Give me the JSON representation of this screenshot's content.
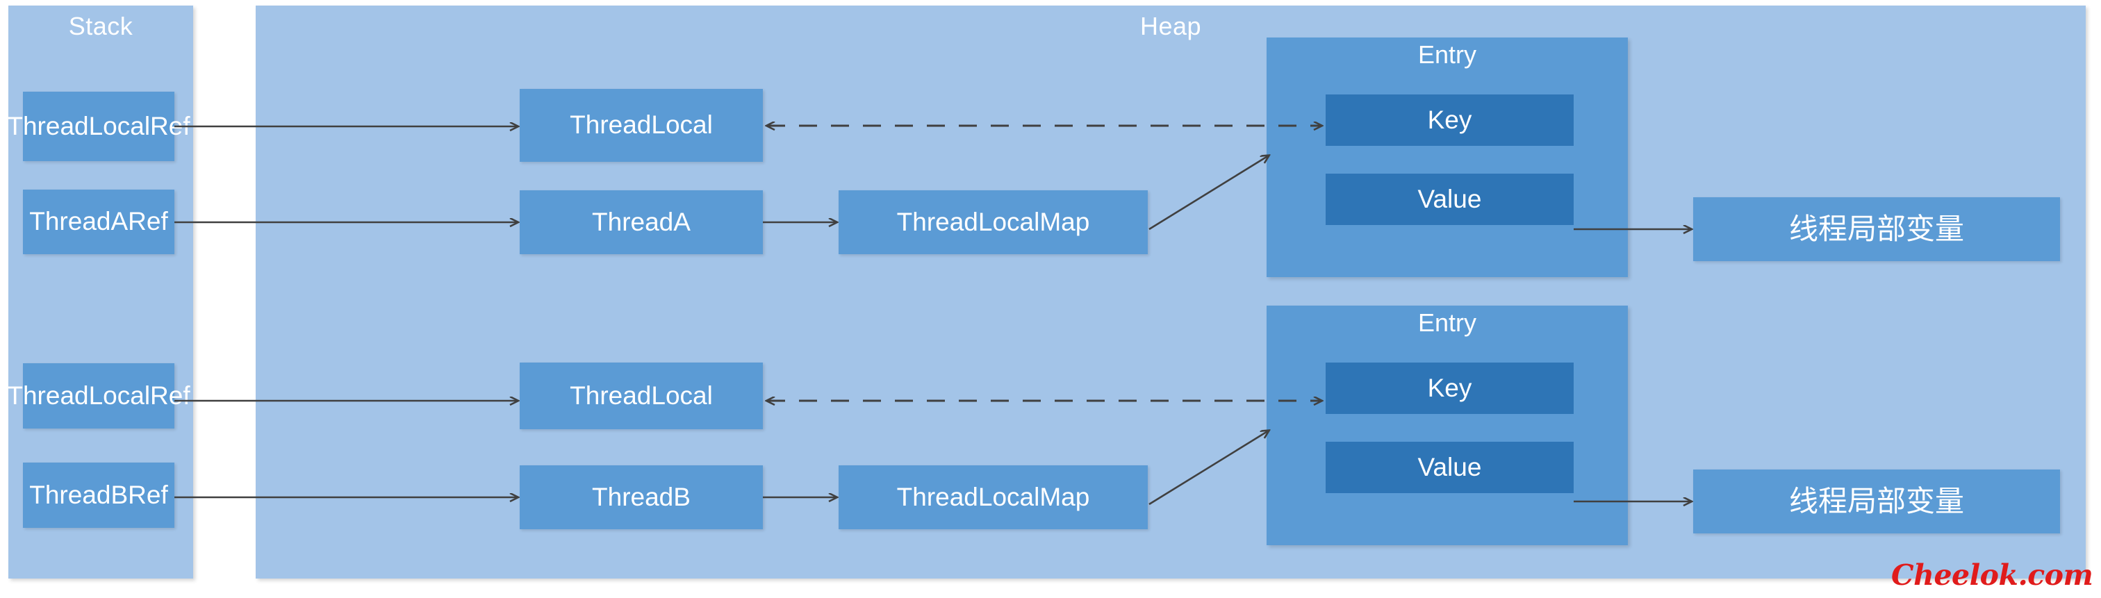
{
  "diagram": {
    "title": "ThreadLocal memory structure",
    "colors": {
      "region_bg": "#A3C4E8",
      "node_bg": "#5B9BD5",
      "slot_bg": "#2E75B6",
      "text": "#FFFFFF",
      "arrow": "#404040",
      "watermark": "#E01B1B"
    }
  },
  "regions": [
    {
      "id": "stack",
      "label": "Stack"
    },
    {
      "id": "heap",
      "label": "Heap"
    }
  ],
  "stack": {
    "nodes": [
      {
        "id": "threadlocalref-a",
        "label": "ThreadLocalRef"
      },
      {
        "id": "threadaref",
        "label": "ThreadARef"
      },
      {
        "id": "threadlocalref-b",
        "label": "ThreadLocalRef"
      },
      {
        "id": "threadbref",
        "label": "ThreadBRef"
      }
    ]
  },
  "heap": {
    "nodes": [
      {
        "id": "threadlocal-a",
        "label": "ThreadLocal"
      },
      {
        "id": "threada",
        "label": "ThreadA"
      },
      {
        "id": "threadlocalmap-a",
        "label": "ThreadLocalMap"
      },
      {
        "id": "threadlocal-b",
        "label": "ThreadLocal"
      },
      {
        "id": "threadb",
        "label": "ThreadB"
      },
      {
        "id": "threadlocalmap-b",
        "label": "ThreadLocalMap"
      }
    ],
    "entries": [
      {
        "id": "entry-a",
        "label": "Entry",
        "key_label": "Key",
        "value_label": "Value"
      },
      {
        "id": "entry-b",
        "label": "Entry",
        "key_label": "Key",
        "value_label": "Value"
      }
    ]
  },
  "values": [
    {
      "id": "value-a",
      "label": "线程局部变量"
    },
    {
      "id": "value-b",
      "label": "线程局部变量"
    }
  ],
  "watermark": {
    "text": "Cheelok.com"
  }
}
